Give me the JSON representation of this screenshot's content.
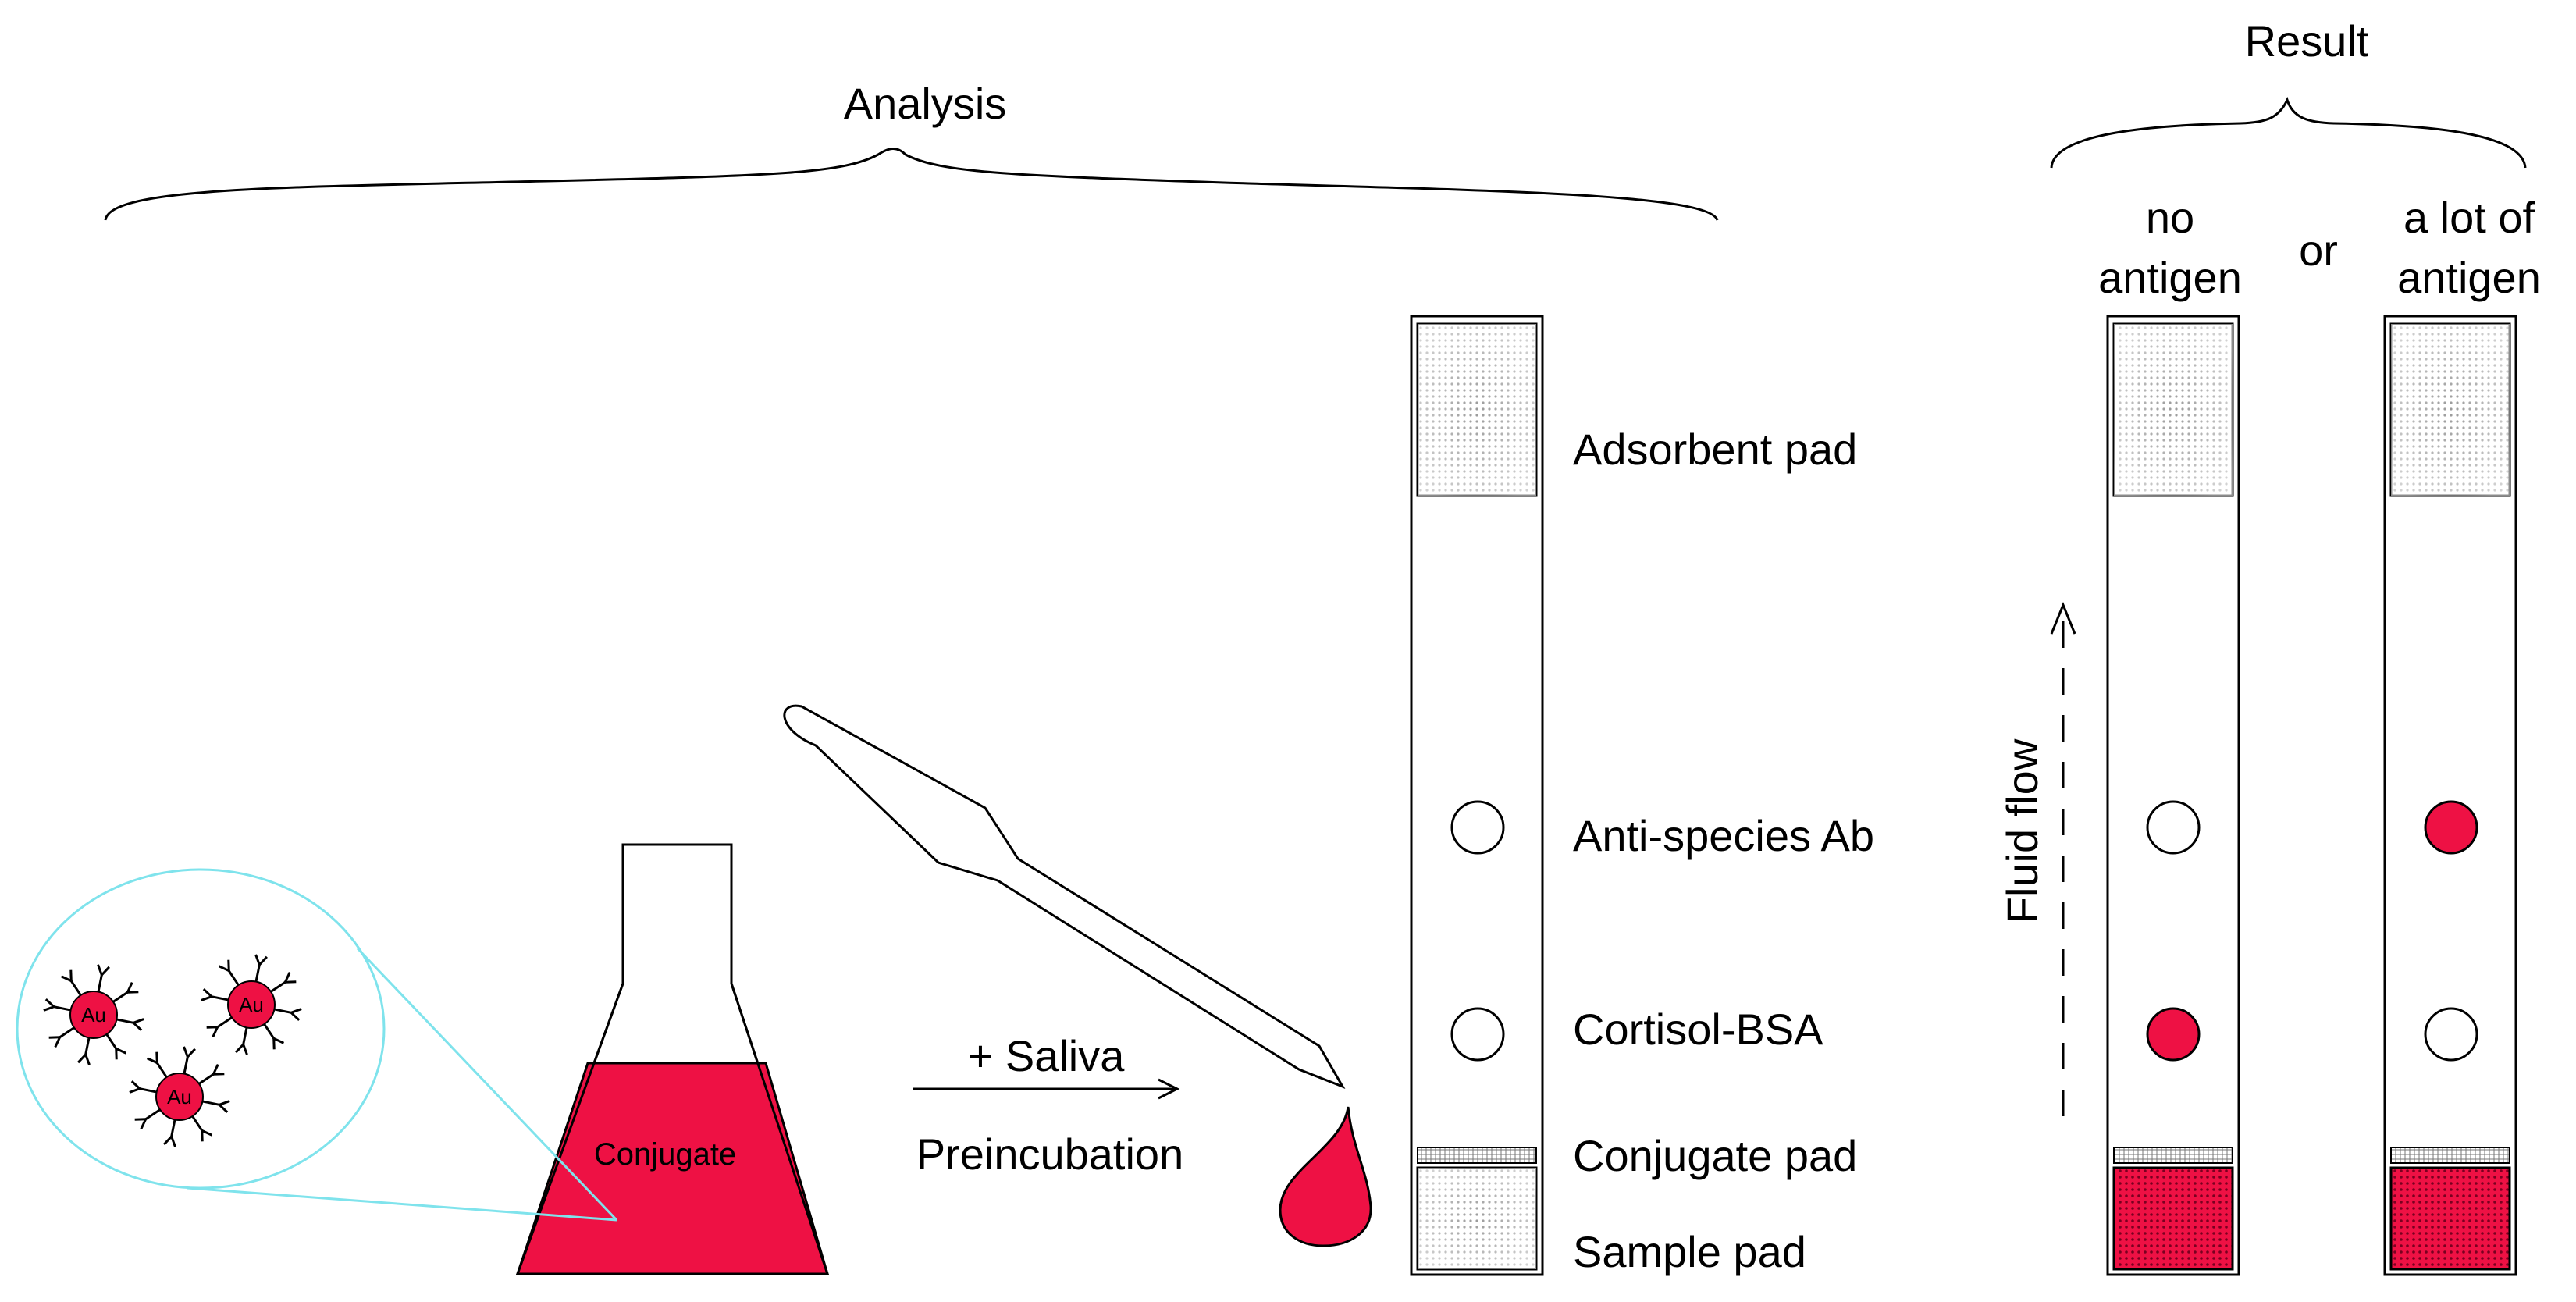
{
  "header": {
    "analysis": "Analysis",
    "result": "Result"
  },
  "result_labels": {
    "no_antigen_line1": "no",
    "no_antigen_line2": "antigen",
    "or": "or",
    "lot_antigen_line1": "a lot of",
    "lot_antigen_line2": "antigen"
  },
  "strip_labels": {
    "adsorbent_pad": "Adsorbent pad",
    "anti_species": "Anti-species Ab",
    "cortisol_bsa": "Cortisol-BSA",
    "conjugate_pad": "Conjugate pad",
    "sample_pad": "Sample pad"
  },
  "fluid_flow": "Fluid flow",
  "arrow_label_top": "+ Saliva",
  "arrow_label_bottom": "Preincubation",
  "flask_label": "Conjugate",
  "particle_label": "Au",
  "colors": {
    "conjugate_red": "#ee1144",
    "zoom_outline": "#7fe3ec"
  },
  "results": [
    {
      "name": "no antigen",
      "anti_species_dot": "white",
      "cortisol_dot": "red"
    },
    {
      "name": "a lot of antigen",
      "anti_species_dot": "red",
      "cortisol_dot": "white"
    }
  ]
}
